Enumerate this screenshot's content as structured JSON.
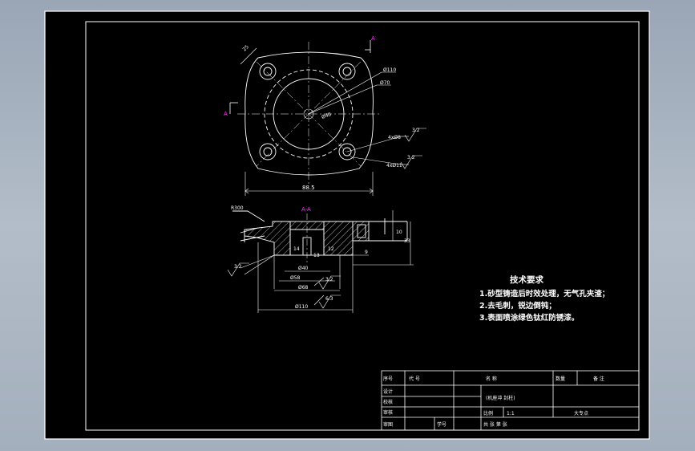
{
  "drawing": {
    "top_view": {
      "dim_r25": "25",
      "dim_phi110": "Ø110",
      "dim_phi70": "Ø70",
      "dim_phi40": "Ø40",
      "dim_4phi8": "4xØ8",
      "dim_4phi11": "4xØ11",
      "width": "88.5",
      "section_mark": "A",
      "roughness_1": "3.2",
      "roughness_2": "3.2"
    },
    "section_view": {
      "title": "A-A",
      "r_label": "R300",
      "dim_phi40": "Ø40",
      "dim_phi58": "Ø58",
      "dim_phi68": "Ø68",
      "dim_phi110": "Ø110",
      "dim_14": "14",
      "dim_13": "13",
      "dim_12": "12",
      "dim_10": "10",
      "dim_9": "9",
      "dim_33": "33",
      "roughness_1": "3.2",
      "roughness_2": "3.2",
      "roughness_3": "6.3"
    },
    "tech_requirements": {
      "heading": "技术要求",
      "items": [
        "1.砂型铸造后时效处理，无气孔夹渣；",
        "2.去毛刺，锐边倒钝；",
        "3.表面喷涂绿色钛红防锈漆。"
      ]
    },
    "title_block": {
      "col_seq": "序号",
      "col_code": "代 号",
      "col_name": "名 称",
      "col_qty": "数量",
      "col_remark": "备 注",
      "row_design": "设计",
      "row_check": "校核",
      "row_review": "审核",
      "row_approve": "审图",
      "part_name": "(机座冲 封柱)",
      "scale_label": "比例",
      "scale_value": "1:1",
      "sheets": "共  张  第  张",
      "student_no": "学号",
      "school": "大专点"
    }
  },
  "colors": {
    "background": "#000000",
    "lines": "#ffffff",
    "section_marker": "#ff33ff",
    "window_frame": "#a7b1bf"
  }
}
